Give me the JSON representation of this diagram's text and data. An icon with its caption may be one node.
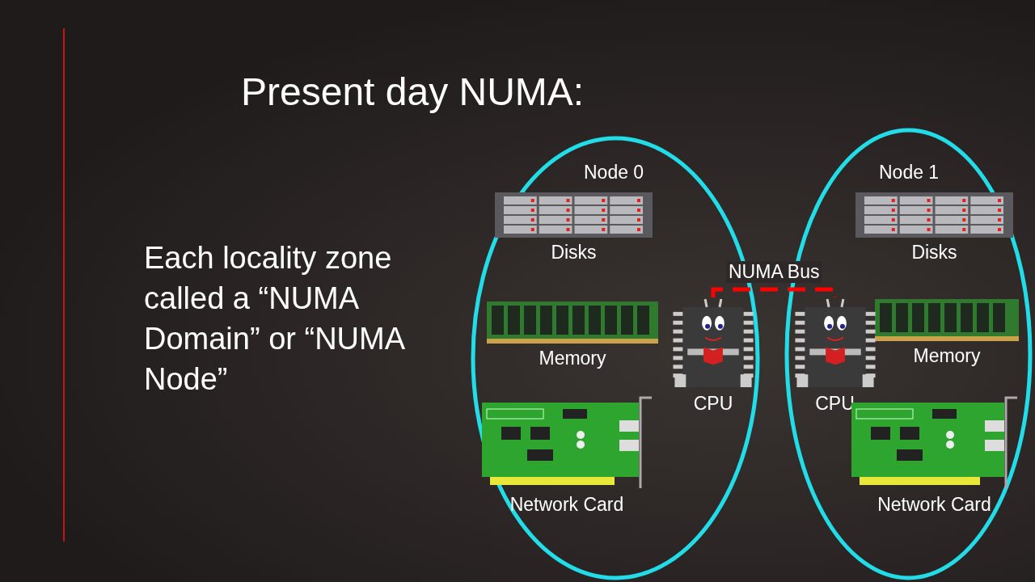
{
  "diagram": {
    "title": "Present day NUMA:",
    "nodes": [
      {
        "text": [
          "Node 0"
        ]
      },
      {
        "text": [
          "Disks"
        ],
        "in": 0
      },
      {
        "text": [
          "Memory"
        ],
        "in": 0
      },
      {
        "text": [
          "CPU"
        ],
        "in": 0
      },
      {
        "text": [
          "Network Card"
        ],
        "in": 0
      },
      {
        "text": [
          "Node 1"
        ]
      },
      {
        "text": [
          "Disks"
        ],
        "in": 5
      },
      {
        "text": [
          "Memory"
        ],
        "in": 5
      },
      {
        "text": [
          "CPU"
        ],
        "in": 5
      },
      {
        "text": [
          "Network Card"
        ],
        "in": 5
      }
    ],
    "edges": [
      {
        "from": 3,
        "to": 8,
        "arrow": "none",
        "label": "NUMA Bus",
        "style": "dashed",
        "color": "#ff0000"
      }
    ],
    "labels": [
      "Each locality zone called a “NUMA Domain” or “NUMA Node”"
    ]
  }
}
